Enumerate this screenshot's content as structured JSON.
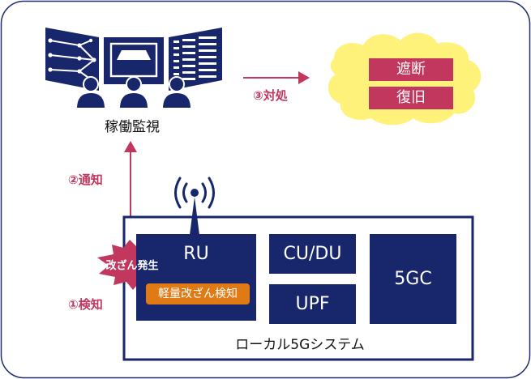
{
  "monitoring": {
    "label": "稼働監視"
  },
  "steps": {
    "detect": "①検知",
    "notify": "②通知",
    "respond": "③対処"
  },
  "actions": [
    "遮断",
    "復旧"
  ],
  "system": {
    "label": "ローカル5Gシステム",
    "modules": {
      "ru": "RU",
      "cudu": "CU/DU",
      "upf": "UPF",
      "core": "5GC"
    }
  },
  "badges": {
    "tamper": "改ざん発生",
    "detection": "軽量改ざん検知"
  },
  "colors": {
    "navy": "#18266b",
    "accent": "#c2375e",
    "orange": "#e07a14",
    "cloud": "#fff27a",
    "frame": "#1e2d6e"
  },
  "icons": [
    "monitor-station-icon",
    "cloud-icon",
    "antenna-icon",
    "burst-icon",
    "arrow-icon"
  ]
}
